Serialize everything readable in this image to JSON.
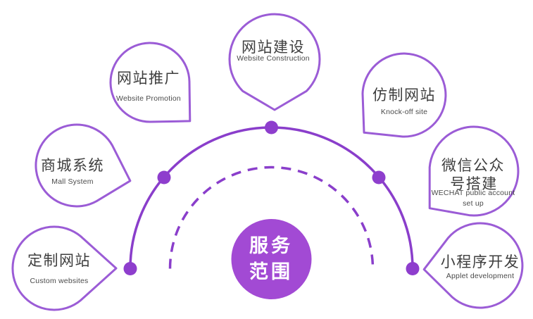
{
  "center_badge": {
    "lines": [
      "服务",
      "范围"
    ]
  },
  "bubbles": [
    {
      "title": "定制网站",
      "subtitle": "Custom websites"
    },
    {
      "title": "商城系统",
      "subtitle": "Mall System"
    },
    {
      "title": "网站推广",
      "subtitle": "Website Promotion"
    },
    {
      "title": "网站建设",
      "subtitle": "Website Construction"
    },
    {
      "title": "仿制网站",
      "subtitle": "Knock-off site"
    },
    {
      "title": "微信公众",
      "title_line2": "号搭建",
      "subtitle": "WECHAT public account",
      "subtitle_line2": "set up"
    },
    {
      "title": "小程序开发",
      "subtitle": "Applet development"
    }
  ],
  "colors": {
    "bubble_outline": "#9b5cd6",
    "connector_arc": "#8a3ecb",
    "node_dot": "#8e3ecd",
    "center_fill": "#a24ad4",
    "center_text": "#ffffff",
    "title_text": "#3e3e3e",
    "subtitle_text": "#4a4a4a",
    "background": "#ffffff"
  }
}
